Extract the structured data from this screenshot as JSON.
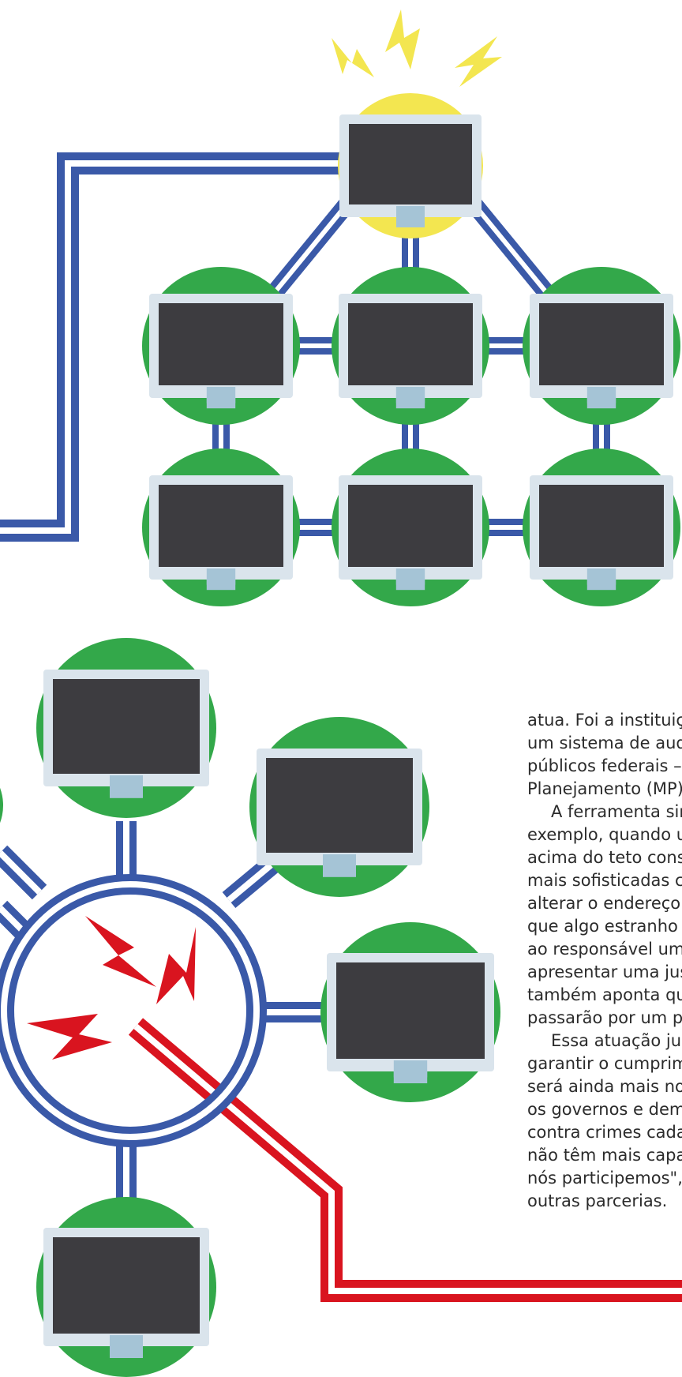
{
  "colors": {
    "wire_blue": "#3a59a8",
    "wire_red": "#d9141f",
    "node_green": "#33a84a",
    "alert_yellow": "#f3e650",
    "screen_dark": "#3d3c40",
    "monitor_frame": "#dae4ec",
    "monitor_stand": "#a5c4d6",
    "text": "#2b2b2b"
  },
  "icons": {
    "network_node": "computer-monitor-icon",
    "alert_burst": "lightning-bolt-icon",
    "broken_link": "lightning-bolt-icon"
  },
  "article": {
    "lines": [
      "atua. Foi a instituiç",
      "um sistema de aud",
      "públicos federais –",
      "Planejamento (MP)",
      "A ferramenta sin",
      "exemplo, quando u",
      "acima do teto cons",
      "mais sofisticadas c",
      "alterar o endereço",
      "que algo estranho",
      "ao responsável um",
      "apresentar uma jus",
      "também aponta qu",
      "passarão por um p",
      "Essa atuação ju",
      "garantir o cumprim",
      "será ainda mais no",
      "os governos e dema",
      "contra crimes cada",
      "não têm mais capa",
      "nós participemos\",",
      "outras parcerias."
    ],
    "indented_lines": [
      4,
      14
    ]
  }
}
